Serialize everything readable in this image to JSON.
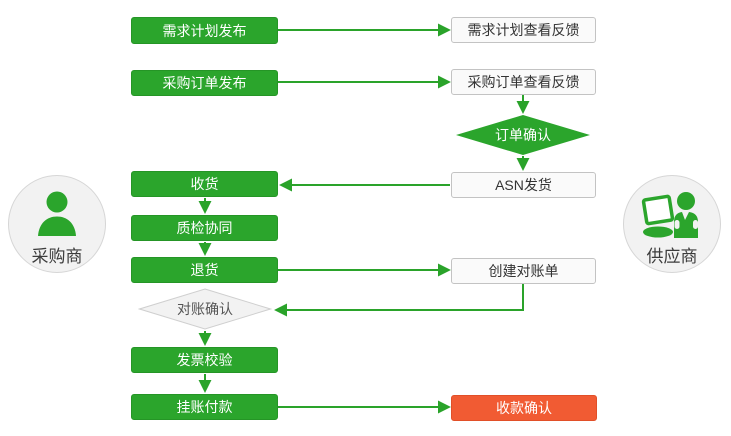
{
  "colors": {
    "green": "#2BA52C",
    "red": "#F15B33",
    "arrow": "#2AA32A",
    "light_bg": "#fafafa",
    "light_border": "#c3c3c3",
    "avatar_bg": "#f2f2f2"
  },
  "diagram": {
    "buyer": {
      "label": "采购商",
      "steps": {
        "demand_plan_publish": "需求计划发布",
        "purchase_order_publish": "采购订单发布",
        "receive_goods": "收货",
        "quality_collab": "质检协同",
        "return_goods": "退货",
        "reconcile_confirm": "对账确认",
        "invoice_verify": "发票校验",
        "book_payment": "挂账付款"
      }
    },
    "supplier": {
      "label": "供应商",
      "steps": {
        "demand_plan_feedback": "需求计划查看反馈",
        "purchase_order_feedback": "采购订单查看反馈",
        "order_confirm": "订单确认",
        "asn_ship": "ASN发货",
        "create_statement": "创建对账单",
        "payment_confirm": "收款确认"
      }
    }
  }
}
